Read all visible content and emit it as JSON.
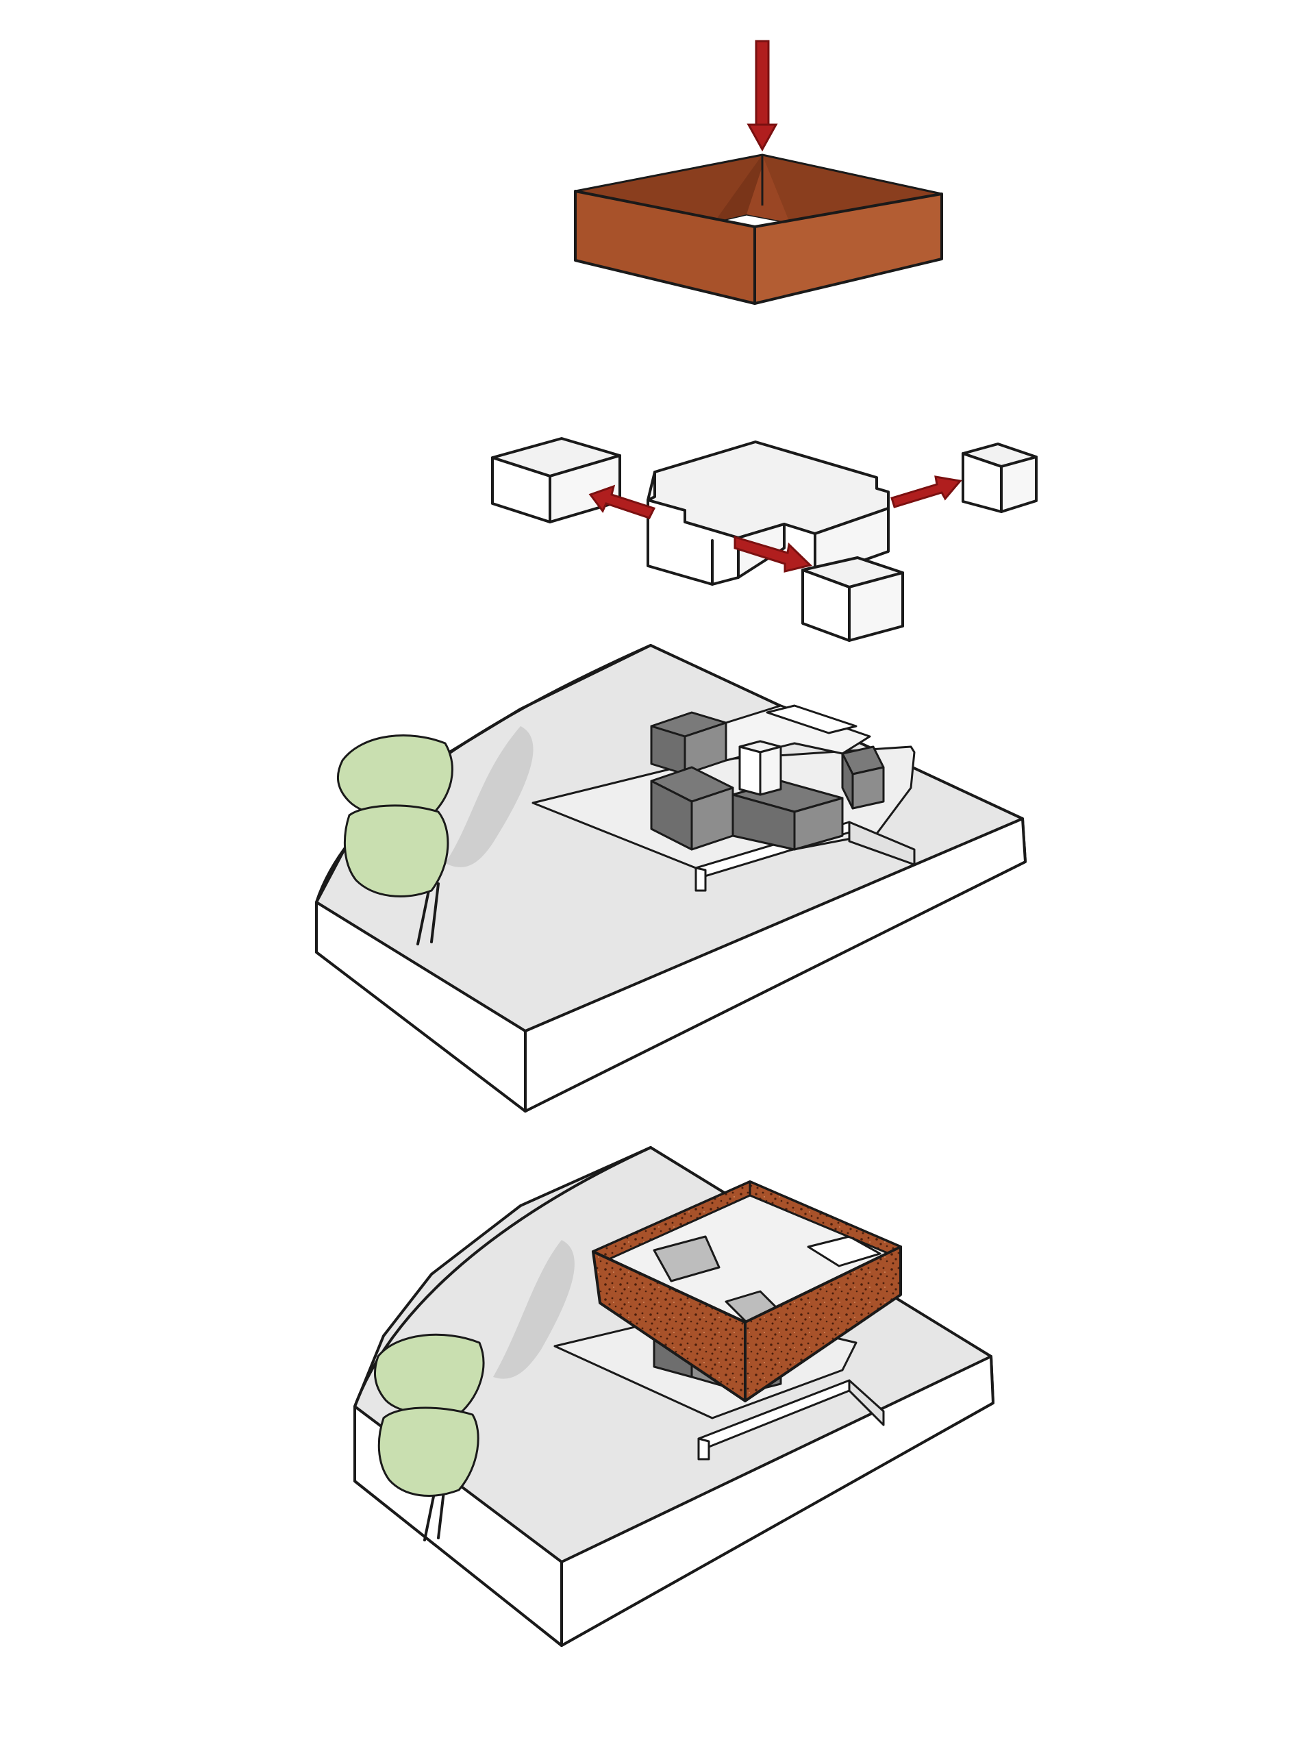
{
  "diagram": {
    "kind": "exploded-axonometric-architecture",
    "stages": [
      {
        "id": "stage-1",
        "description": "corten-ring",
        "arrow": "downward"
      },
      {
        "id": "stage-2",
        "description": "cross-volume-with-extracted-boxes",
        "arrows": 3
      },
      {
        "id": "stage-3",
        "description": "site-platform-with-dark-volumes"
      },
      {
        "id": "stage-4",
        "description": "final-assembly-with-perforated-corten-ring"
      }
    ]
  },
  "colors": {
    "corten": "#a8522a",
    "corten_dark": "#8a3e1e",
    "corten_inner": "#7a3519",
    "arrow": "#b01e1e",
    "arrow_dark": "#7a1010",
    "site_top": "#e6e6e6",
    "site_side": "#ffffff",
    "shadow": "#cfcfcf",
    "tree": "#c9dfb0",
    "glass_dark": "#6e6e6e",
    "glass_mid": "#8d8d8d",
    "stroke": "#1a1a1a",
    "rust_speckle": "#4a1e0c"
  },
  "icons": {
    "tree": "tree-icon",
    "arrow": "arrow-icon"
  }
}
